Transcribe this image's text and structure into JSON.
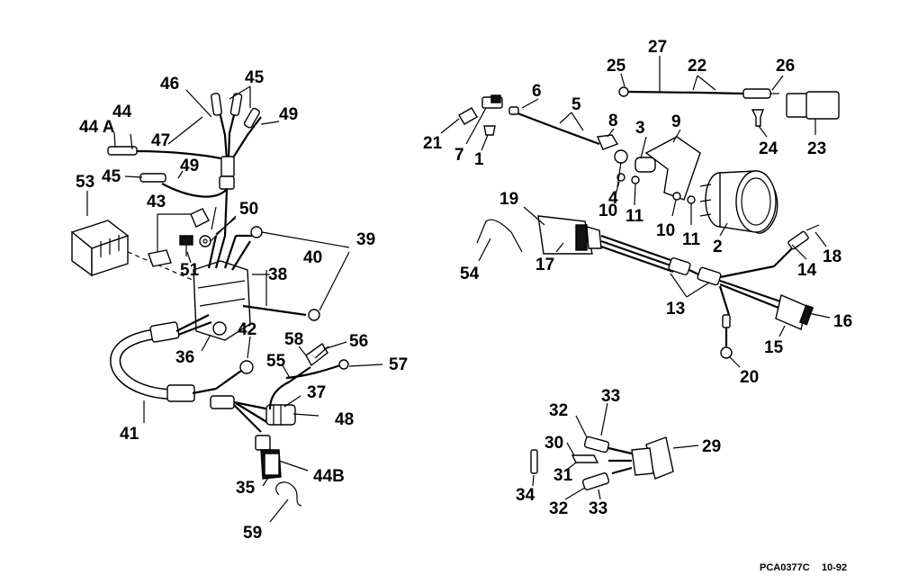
{
  "callouts": {
    "c1": "1",
    "c2": "2",
    "c3": "3",
    "c4": "4",
    "c5": "5",
    "c6": "6",
    "c7": "7",
    "c8": "8",
    "c9": "9",
    "c10a": "10",
    "c10b": "10",
    "c11a": "11",
    "c11b": "11",
    "c13": "13",
    "c14": "14",
    "c15": "15",
    "c16": "16",
    "c17": "17",
    "c18": "18",
    "c19": "19",
    "c20": "20",
    "c21": "21",
    "c22": "22",
    "c23": "23",
    "c24": "24",
    "c25": "25",
    "c26": "26",
    "c27": "27",
    "c29": "29",
    "c30": "30",
    "c31": "31",
    "c32a": "32",
    "c32b": "32",
    "c33a": "33",
    "c33b": "33",
    "c34": "34",
    "c35": "35",
    "c36": "36",
    "c37": "37",
    "c38": "38",
    "c39": "39",
    "c40": "40",
    "c41": "41",
    "c42": "42",
    "c43": "43",
    "c44": "44",
    "c44a": "44 A",
    "c44b": "44B",
    "c45a": "45",
    "c45b": "45",
    "c46": "46",
    "c47": "47",
    "c48": "48",
    "c49a": "49",
    "c49b": "49",
    "c50": "50",
    "c51": "51",
    "c53": "53",
    "c54": "54",
    "c55": "55",
    "c56": "56",
    "c57": "57",
    "c58": "58",
    "c59": "59"
  },
  "footer": {
    "code": "PCA0377C",
    "date": "10-92"
  }
}
